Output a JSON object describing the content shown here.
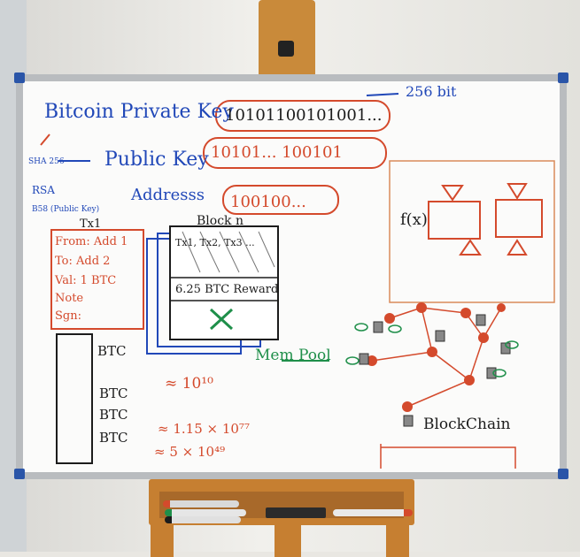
{
  "board": {
    "title": "Bitcoin Private Key",
    "bits_256": "256 bit",
    "binary_1": "10101100101001...",
    "sha_label": "SHA 256",
    "public_key": "Public Key",
    "binary_2": "10101... 100101",
    "address_label": "Addresss",
    "binary_3": "100100...",
    "rsa_label": "RSA",
    "base58": "B58 (Public Key)",
    "tx_label": "Tx1",
    "tx_from": "From: Add 1",
    "tx_to": "To: Add 2",
    "tx_val": "Val: 1 BTC",
    "tx_note": "Note",
    "tx_sign": "Sgn:",
    "block_label": "Block n",
    "block_txs": "Tx1, Tx2, Tx3 ...",
    "block_reward": "6.25 BTC Reward",
    "mem_pool": "Mem Pool",
    "blockchain": "BlockChain",
    "btc_1": "BTC",
    "btc_2": "BTC",
    "btc_3": "BTC",
    "btc_4": "BTC",
    "approx_1": "≈ 10¹⁰",
    "approx_2": "≈ 1.15 × 10⁷⁷",
    "approx_3": "≈ 5 × 10⁴⁹",
    "func": "f(x)"
  },
  "colors": {
    "blue_ink": "#2148b8",
    "red_ink": "#d44a2c",
    "green_ink": "#1f8f4a",
    "frame": "#b9bcbf",
    "wood": "#c67f31"
  }
}
